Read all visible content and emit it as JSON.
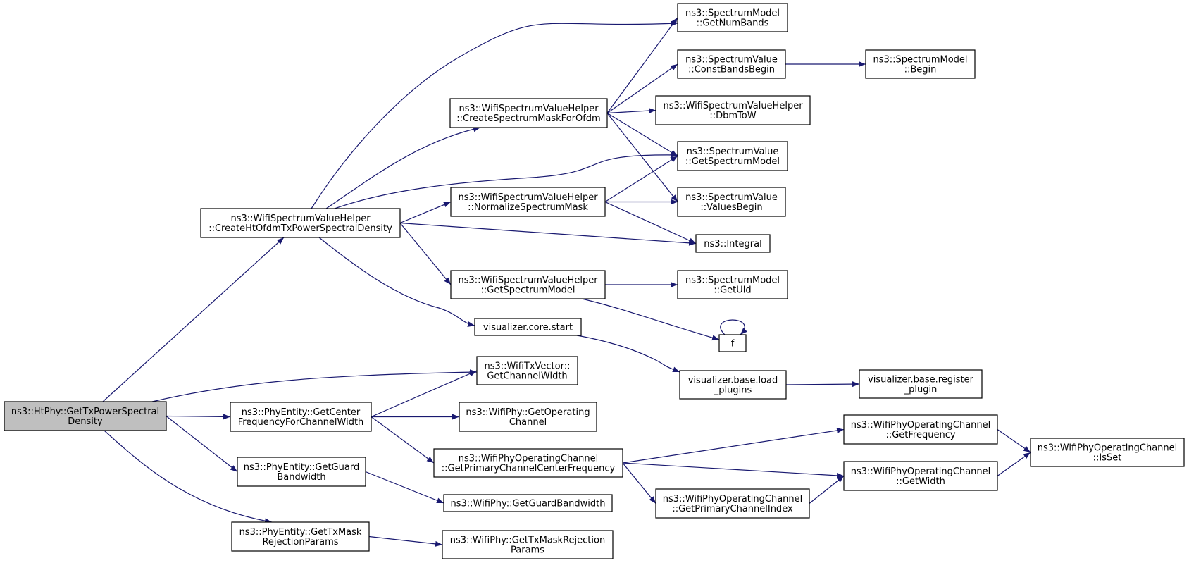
{
  "diagram": {
    "colors": {
      "edge": "#191970",
      "root_fill": "#bfbfbf",
      "node_fill": "#ffffff",
      "border": "#000000"
    },
    "nodes": [
      {
        "id": "root",
        "lines": [
          "ns3::HtPhy::GetTxPowerSpectral",
          "Density"
        ],
        "highlighted": true
      },
      {
        "id": "createHt",
        "lines": [
          "ns3::WifiSpectrumValueHelper",
          "::CreateHtOfdmTxPowerSpectralDensity"
        ]
      },
      {
        "id": "getNumBands",
        "lines": [
          "ns3::SpectrumModel",
          "::GetNumBands"
        ]
      },
      {
        "id": "constBandsBegin",
        "lines": [
          "ns3::SpectrumValue",
          "::ConstBandsBegin"
        ]
      },
      {
        "id": "smBegin",
        "lines": [
          "ns3::SpectrumModel",
          "::Begin"
        ]
      },
      {
        "id": "createMask",
        "lines": [
          "ns3::WifiSpectrumValueHelper",
          "::CreateSpectrumMaskForOfdm"
        ]
      },
      {
        "id": "dbmToW",
        "lines": [
          "ns3::WifiSpectrumValueHelper",
          "::DbmToW"
        ]
      },
      {
        "id": "getSpectrumModelSV",
        "lines": [
          "ns3::SpectrumValue",
          "::GetSpectrumModel"
        ]
      },
      {
        "id": "normalize",
        "lines": [
          "ns3::WifiSpectrumValueHelper",
          "::NormalizeSpectrumMask"
        ]
      },
      {
        "id": "valuesBegin",
        "lines": [
          "ns3::SpectrumValue",
          "::ValuesBegin"
        ]
      },
      {
        "id": "integral",
        "lines": [
          "ns3::Integral"
        ]
      },
      {
        "id": "getSpectrumModelHelper",
        "lines": [
          "ns3::WifiSpectrumValueHelper",
          "::GetSpectrumModel"
        ]
      },
      {
        "id": "getUid",
        "lines": [
          "ns3::SpectrumModel",
          "::GetUid"
        ]
      },
      {
        "id": "f",
        "lines": [
          "f"
        ]
      },
      {
        "id": "vizStart",
        "lines": [
          "visualizer.core.start"
        ]
      },
      {
        "id": "vizLoad",
        "lines": [
          "visualizer.base.load",
          "_plugins"
        ]
      },
      {
        "id": "vizRegister",
        "lines": [
          "visualizer.base.register",
          "_plugin"
        ]
      },
      {
        "id": "txVecWidth",
        "lines": [
          "ns3::WifiTxVector::",
          "GetChannelWidth"
        ]
      },
      {
        "id": "getCenterFreq",
        "lines": [
          "ns3::PhyEntity::GetCenter",
          "FrequencyForChannelWidth"
        ]
      },
      {
        "id": "getOperating",
        "lines": [
          "ns3::WifiPhy::GetOperating",
          "Channel"
        ]
      },
      {
        "id": "primaryCenter",
        "lines": [
          "ns3::WifiPhyOperatingChannel",
          "::GetPrimaryChannelCenterFrequency"
        ]
      },
      {
        "id": "getFrequency",
        "lines": [
          "ns3::WifiPhyOperatingChannel",
          "::GetFrequency"
        ]
      },
      {
        "id": "isSet",
        "lines": [
          "ns3::WifiPhyOperatingChannel",
          "::IsSet"
        ]
      },
      {
        "id": "getWidth",
        "lines": [
          "ns3::WifiPhyOperatingChannel",
          "::GetWidth"
        ]
      },
      {
        "id": "primaryIndex",
        "lines": [
          "ns3::WifiPhyOperatingChannel",
          "::GetPrimaryChannelIndex"
        ]
      },
      {
        "id": "getGuard",
        "lines": [
          "ns3::PhyEntity::GetGuard",
          "Bandwidth"
        ]
      },
      {
        "id": "wifiGuard",
        "lines": [
          "ns3::WifiPhy::GetGuardBandwidth"
        ]
      },
      {
        "id": "getTxMask",
        "lines": [
          "ns3::PhyEntity::GetTxMask",
          "RejectionParams"
        ]
      },
      {
        "id": "wifiTxMask",
        "lines": [
          "ns3::WifiPhy::GetTxMaskRejection",
          "Params"
        ]
      }
    ],
    "edges": [
      {
        "from": "root",
        "to": "createHt"
      },
      {
        "from": "root",
        "to": "txVecWidth"
      },
      {
        "from": "root",
        "to": "getCenterFreq"
      },
      {
        "from": "root",
        "to": "getGuard"
      },
      {
        "from": "root",
        "to": "getTxMask"
      },
      {
        "from": "createHt",
        "to": "getNumBands"
      },
      {
        "from": "createHt",
        "to": "createMask"
      },
      {
        "from": "createHt",
        "to": "getSpectrumModelSV"
      },
      {
        "from": "createHt",
        "to": "normalize"
      },
      {
        "from": "createHt",
        "to": "integral"
      },
      {
        "from": "createHt",
        "to": "getSpectrumModelHelper"
      },
      {
        "from": "createHt",
        "to": "vizStart"
      },
      {
        "from": "createMask",
        "to": "getNumBands"
      },
      {
        "from": "createMask",
        "to": "constBandsBegin"
      },
      {
        "from": "createMask",
        "to": "dbmToW"
      },
      {
        "from": "createMask",
        "to": "getSpectrumModelSV"
      },
      {
        "from": "createMask",
        "to": "valuesBegin"
      },
      {
        "from": "constBandsBegin",
        "to": "smBegin"
      },
      {
        "from": "normalize",
        "to": "getSpectrumModelSV"
      },
      {
        "from": "normalize",
        "to": "valuesBegin"
      },
      {
        "from": "normalize",
        "to": "integral"
      },
      {
        "from": "getSpectrumModelHelper",
        "to": "getUid"
      },
      {
        "from": "getSpectrumModelHelper",
        "to": "f"
      },
      {
        "from": "f",
        "to": "f"
      },
      {
        "from": "vizStart",
        "to": "vizLoad"
      },
      {
        "from": "vizLoad",
        "to": "vizRegister"
      },
      {
        "from": "getCenterFreq",
        "to": "txVecWidth"
      },
      {
        "from": "getCenterFreq",
        "to": "getOperating"
      },
      {
        "from": "getCenterFreq",
        "to": "primaryCenter"
      },
      {
        "from": "primaryCenter",
        "to": "getFrequency"
      },
      {
        "from": "primaryCenter",
        "to": "getWidth"
      },
      {
        "from": "primaryCenter",
        "to": "primaryIndex"
      },
      {
        "from": "getFrequency",
        "to": "isSet"
      },
      {
        "from": "getWidth",
        "to": "isSet"
      },
      {
        "from": "primaryIndex",
        "to": "getWidth"
      },
      {
        "from": "getGuard",
        "to": "wifiGuard"
      },
      {
        "from": "getTxMask",
        "to": "wifiTxMask"
      }
    ]
  }
}
